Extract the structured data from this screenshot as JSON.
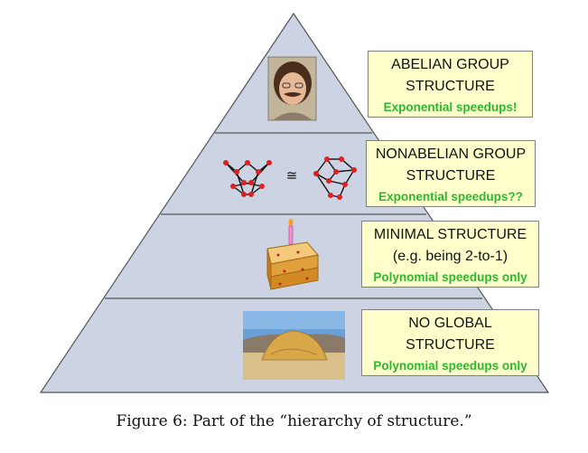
{
  "levels": [
    {
      "title_lines": [
        "ABELIAN GROUP",
        "STRUCTURE"
      ],
      "speedup": "Exponential speedups!",
      "image": "photo-of-person"
    },
    {
      "title_lines": [
        "NONABELIAN GROUP",
        "STRUCTURE"
      ],
      "speedup": "Exponential speedups??",
      "image": "isomorphic-graphs",
      "relation_symbol": "≅"
    },
    {
      "title_lines": [
        "MINIMAL STRUCTURE",
        "(e.g. being 2-to-1)"
      ],
      "speedup": "Polynomial speedups only",
      "image": "cake-slice-with-candle"
    },
    {
      "title_lines": [
        "NO GLOBAL",
        "STRUCTURE"
      ],
      "speedup": "Polynomial speedups only",
      "image": "haystack-landscape"
    }
  ],
  "caption": "Figure 6: Part of the “hierarchy of structure.”",
  "colors": {
    "pyramid_fill": "#ccd3e3",
    "box_fill": "#ffffcc",
    "speedup_text": "#2eb82e",
    "graph_node": "#e02020"
  }
}
